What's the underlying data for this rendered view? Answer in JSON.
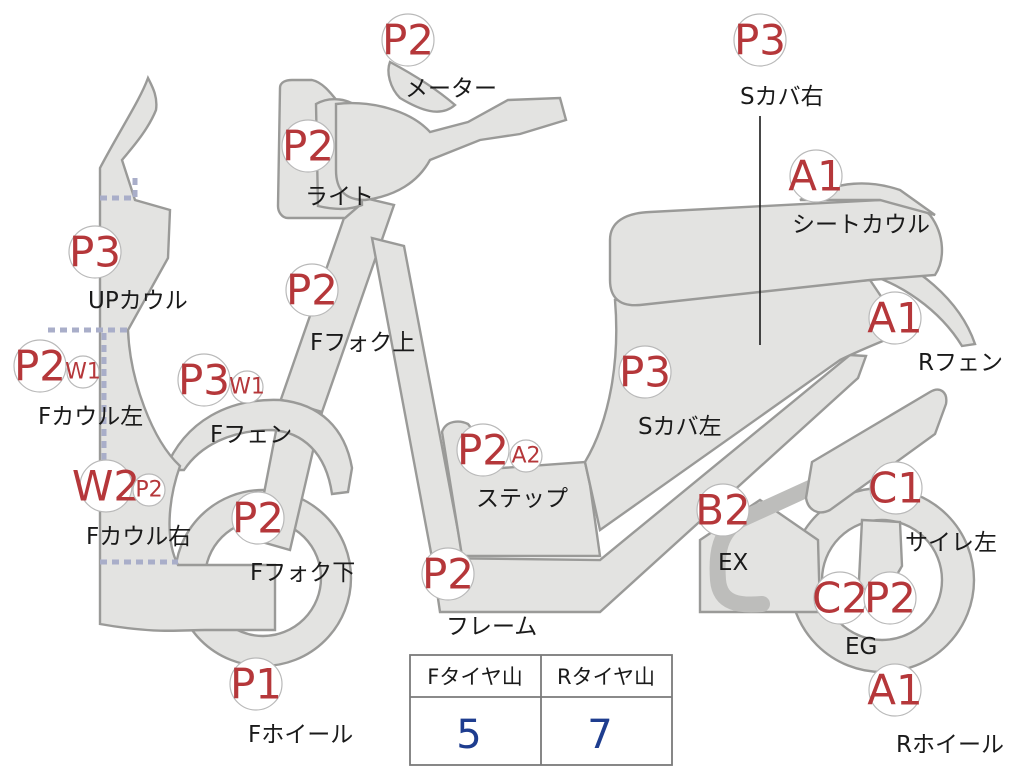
{
  "colors": {
    "grade_text": "#b5373a",
    "label_text": "#1a1a1a",
    "table_value": "#1e3d8f",
    "part_fill": "#e3e3e1",
    "part_outline": "#9a9a98"
  },
  "parts": [
    {
      "id": "meter",
      "grades": [
        "P2"
      ],
      "label": "メーター"
    },
    {
      "id": "scover-right",
      "grades": [
        "P3"
      ],
      "label": "Sカバ右"
    },
    {
      "id": "light",
      "grades": [
        "P2"
      ],
      "label": "ライト"
    },
    {
      "id": "seat-cowl",
      "grades": [
        "A1"
      ],
      "label": "シートカウル"
    },
    {
      "id": "up-cowl",
      "grades": [
        "P3"
      ],
      "label": "UPカウル"
    },
    {
      "id": "ffork-upper",
      "grades": [
        "P2"
      ],
      "label": "Fフォク上"
    },
    {
      "id": "rfender",
      "grades": [
        "A1"
      ],
      "label": "Rフェン"
    },
    {
      "id": "fcowl-left",
      "grades": [
        "P2",
        "W1"
      ],
      "label": "Fカウル左"
    },
    {
      "id": "ffender",
      "grades": [
        "P3",
        "W1"
      ],
      "label": "Fフェン"
    },
    {
      "id": "scover-left",
      "grades": [
        "P3"
      ],
      "label": "Sカバ左"
    },
    {
      "id": "step",
      "grades": [
        "P2",
        "A2"
      ],
      "label": "ステップ"
    },
    {
      "id": "fcowl-right",
      "grades": [
        "W2",
        "P2"
      ],
      "label": "Fカウル右"
    },
    {
      "id": "ffork-lower",
      "grades": [
        "P2"
      ],
      "label": "Fフォク下"
    },
    {
      "id": "ex",
      "grades": [
        "B2"
      ],
      "label": "EX"
    },
    {
      "id": "muffler-left",
      "grades": [
        "C1"
      ],
      "label": "サイレ左"
    },
    {
      "id": "frame",
      "grades": [
        "P2"
      ],
      "label": "フレーム"
    },
    {
      "id": "eg",
      "grades": [
        "C2",
        "P2"
      ],
      "label": "EG"
    },
    {
      "id": "fwheel",
      "grades": [
        "P1"
      ],
      "label": "Fホイール"
    },
    {
      "id": "rwheel",
      "grades": [
        "A1"
      ],
      "label": "Rホイール"
    }
  ],
  "tire_table": {
    "headers": [
      "Fタイヤ山",
      "Rタイヤ山"
    ],
    "values": [
      "5",
      "7"
    ]
  }
}
